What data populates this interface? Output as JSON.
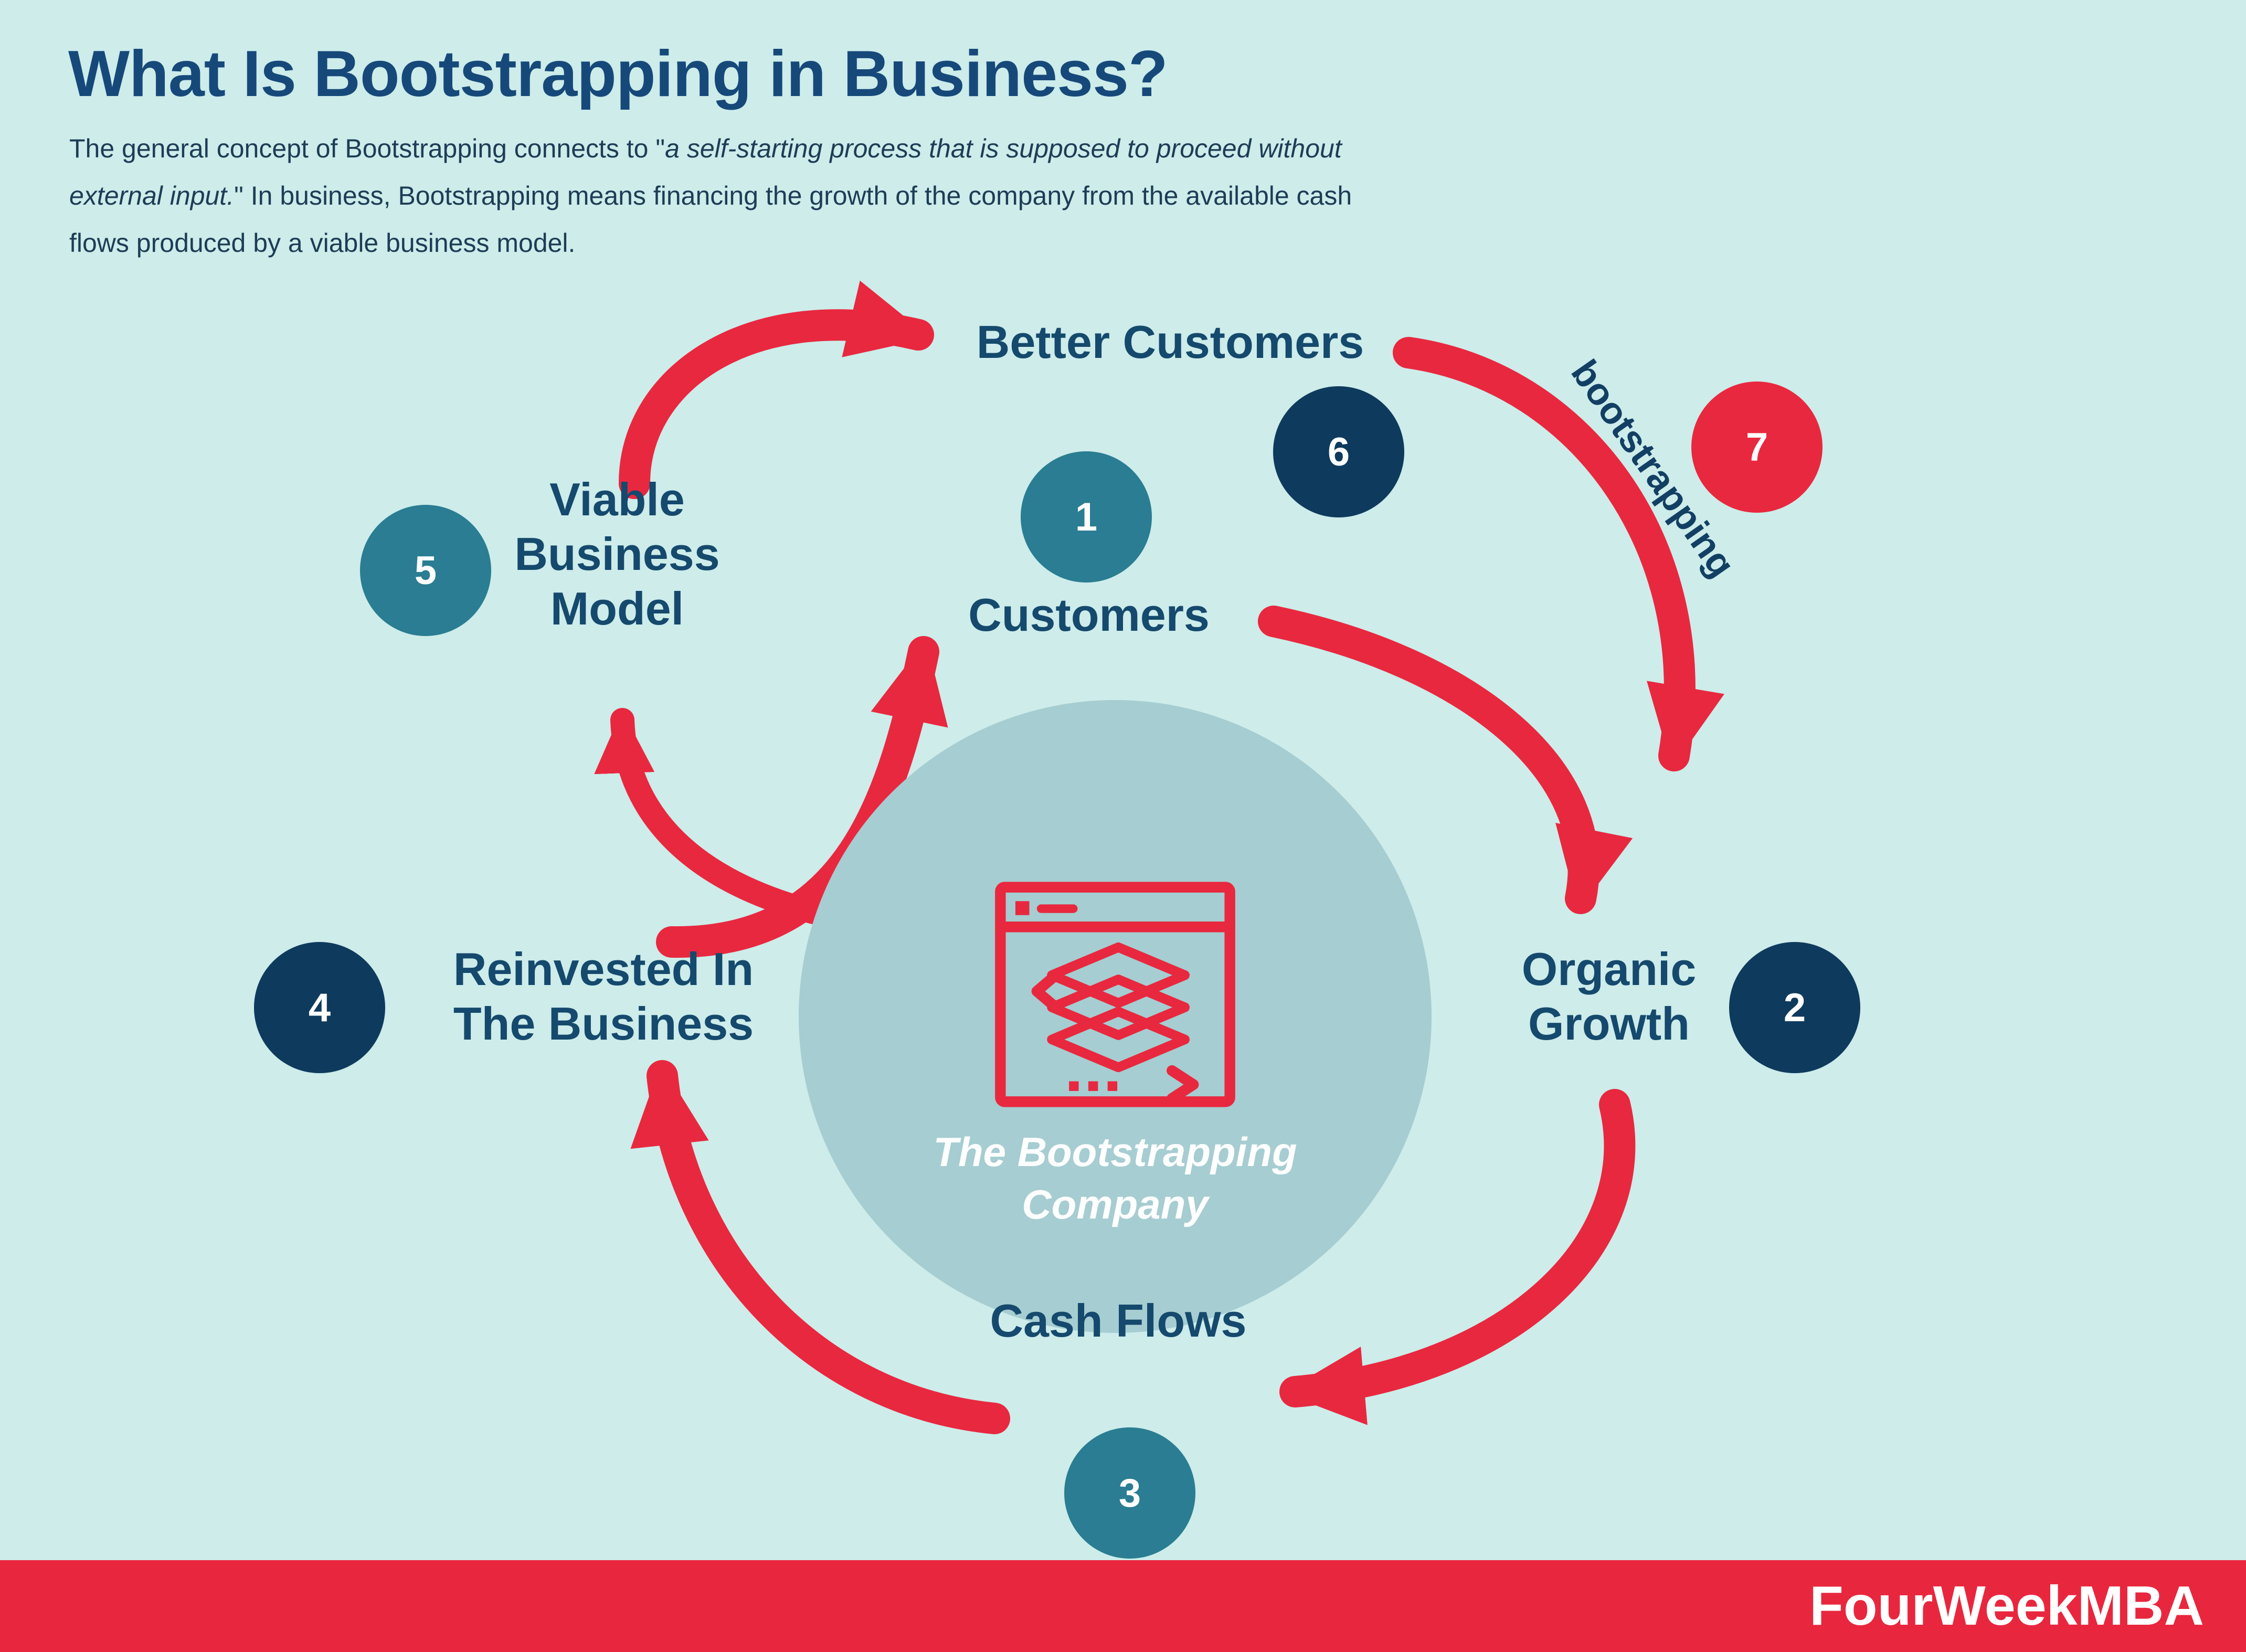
{
  "colors": {
    "background": "#cdecea",
    "red": "#e8283f",
    "teal_circle": "#2a7d92",
    "navy_circle": "#0e3a5d",
    "title_navy": "#16497a",
    "body_text": "#1d3c55",
    "center_circle": "#a6cdd1",
    "footer_red": "#e8273e"
  },
  "header": {
    "title": "What Is Bootstrapping in Business?",
    "intro_plain1": "The general concept of Bootstrapping connects to \"",
    "intro_italic": "a self-starting process that is supposed to proceed without external input.",
    "intro_plain2": "\" In business, Bootstrapping means financing the growth of the company from the available cash flows produced by a viable business model."
  },
  "diagram": {
    "center": {
      "line1": "The Bootstrapping",
      "line2": "Company",
      "icon": "browser-layers-icon"
    },
    "nodes": {
      "customers": {
        "number": "1",
        "label": "Customers"
      },
      "organic_growth": {
        "number": "2",
        "label": "Organic Growth"
      },
      "cash_flows": {
        "number": "3",
        "label": "Cash Flows"
      },
      "reinvested": {
        "number": "4",
        "label": "Reinvested In The Business"
      },
      "viable": {
        "number": "5",
        "label": "Viable Business Model"
      },
      "better_customers": {
        "number": "6",
        "label": "Better Customers"
      },
      "bootstrapping": {
        "number": "7",
        "label": "bootstrapping"
      }
    }
  },
  "footer": {
    "brand": "FourWeekMBA"
  }
}
